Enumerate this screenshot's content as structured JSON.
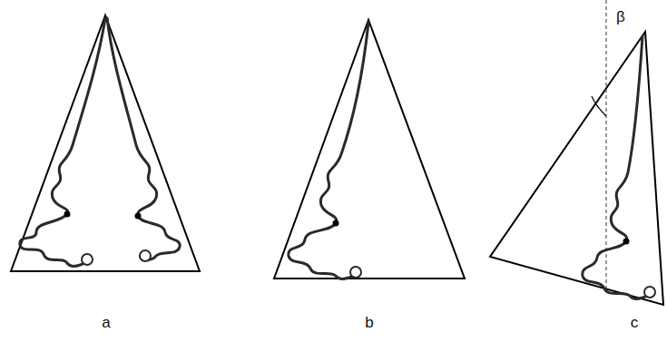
{
  "diagram": {
    "labels": [
      "β",
      "a",
      "b",
      "c"
    ]
  }
}
